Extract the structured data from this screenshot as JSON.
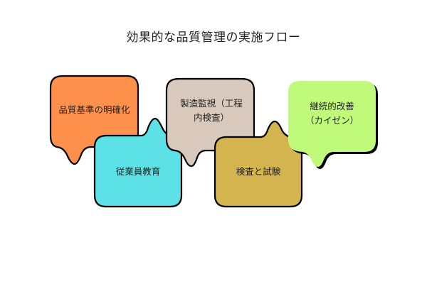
{
  "title": "効果的な品質管理の実施フロー",
  "steps": [
    {
      "label_lines": [
        "品質基準の明確化"
      ],
      "color": "#FF914D"
    },
    {
      "label_lines": [
        "従業員教育"
      ],
      "color": "#5CE1E6"
    },
    {
      "label_lines": [
        "製造監視（工程",
        "内検査）"
      ],
      "color": "#D9C9BC"
    },
    {
      "label_lines": [
        "検査と試験"
      ],
      "color": "#D4B44E"
    },
    {
      "label_lines": [
        "継続的改善",
        "（カイゼン）"
      ],
      "color": "#BFFA7A"
    }
  ],
  "outline_color": "#000000"
}
